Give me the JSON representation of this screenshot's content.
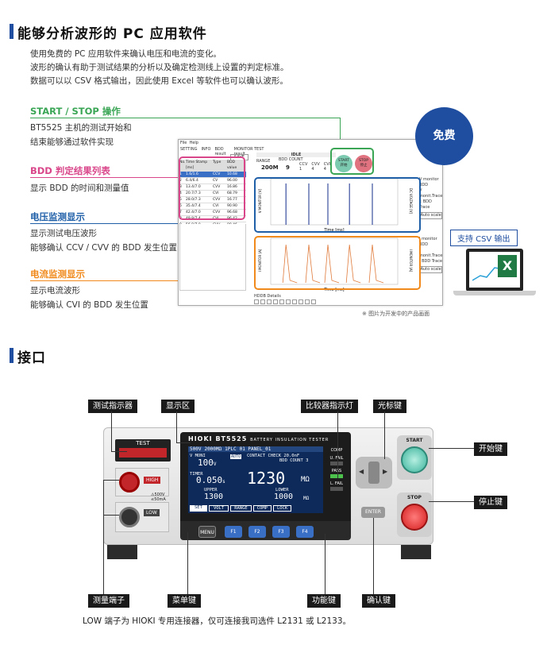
{
  "section1": {
    "title": "能够分析波形的 PC 应用软件",
    "intro": [
      "使用免费的 PC 应用软件来确认电压和电流的变化。",
      "波形的确认有助于测试结果的分析以及确定检测线上设置的判定标准。",
      "数据可以以 CSV 格式输出，因此使用 Excel 等软件也可以确认波形。"
    ]
  },
  "features": [
    {
      "label": "START / STOP 操作",
      "lines": [
        "BT5525 主机的测试开始和",
        "结束能够通过软件实现"
      ],
      "color": "#3aa655"
    },
    {
      "label": "BDD 判定结果列表",
      "lines": [
        "显示 BDD 的时间和测量值"
      ],
      "color": "#d9468a"
    },
    {
      "label": "电压监测显示",
      "lines": [
        "显示测试电压波形",
        "能够确认 CCV / CVV 的 BDD 发生位置"
      ],
      "color": "#1f5fa8"
    },
    {
      "label": "电流监测显示",
      "lines": [
        "显示电流波形",
        "能够确认 CVI 的 BDD 发生位置"
      ],
      "color": "#f08a1c"
    }
  ],
  "badge": {
    "free": "免费",
    "csv": "支持 CSV 输出",
    "excel_letter": "X"
  },
  "caption": "※ 图片为开发中的产品画面",
  "software": {
    "menu": [
      "File",
      "Help"
    ],
    "tabs": [
      "SETTING",
      "INFO",
      "BDD result",
      "MONITOR result"
    ],
    "save": "SAVE",
    "table_headers": [
      "No.",
      "Time Stamp [ms]",
      "Type",
      "BDD value"
    ],
    "rows": [
      [
        "1",
        "1.6/1.6",
        "CCV",
        "10.68"
      ],
      [
        "2",
        "6.4/6.4",
        "CV",
        "96.00"
      ],
      [
        "3",
        "13.4/7.0",
        "CVV",
        "16.86"
      ],
      [
        "4",
        "20.7/7.3",
        "CVI",
        "68.79"
      ],
      [
        "5",
        "28.0/7.3",
        "CVV",
        "16.77"
      ],
      [
        "6",
        "35.4/7.4",
        "CVI",
        "90.90"
      ],
      [
        "7",
        "42.4/7.0",
        "CVV",
        "96.68"
      ],
      [
        "8",
        "49.8/7.4",
        "CVI",
        "96.42"
      ],
      [
        "9",
        "56.8/7.0",
        "CVV",
        "80.46"
      ],
      [
        "10",
        "63.8/7.0",
        "CVV",
        "97.44"
      ]
    ],
    "test": "TEST",
    "idle": "IDLE",
    "range_label": "RANGE",
    "range_value": "200M",
    "bdd_count_label": "BDD COUNT",
    "bdd_count": "9",
    "ccv_label": "CCV",
    "cvv_label": "CVV",
    "cvi_label": "CVI",
    "ccv": "1",
    "cvv": "4",
    "cvi": "4",
    "start": "START",
    "start_sub": "开始",
    "stop": "STOP",
    "stop_sub": "停止",
    "chart1": {
      "ylabel": "V MONITOR [V]",
      "y2label": "DC VOLTAGE [V]",
      "xlabel": "Time [ms]",
      "legend": [
        "V monitor",
        "BDD",
        "V monit.Trace",
        "I: BDD Trace"
      ],
      "autoscale": "Auto scale"
    },
    "chart2": {
      "ylabel": "I MONITOR [A]",
      "y2label": "I MONITOR [A]",
      "xlabel": "Time [ms]",
      "legend": [
        "I monitor",
        "BDD",
        "I monit.Trace",
        "I BDD Trace"
      ],
      "autoscale": "Auto scale"
    },
    "footer": "HDDB Details"
  },
  "section2": {
    "title": "接口"
  },
  "instrument": {
    "brand": "HIOKI",
    "model": "BT5525",
    "desc": "BATTERY INSULATION TESTER",
    "test": "TEST",
    "high": "HIGH",
    "low": "LOW",
    "rating": "⚠500V\n≤50mA",
    "status": [
      "500V",
      "2000MΩ",
      "1PLC",
      "01 PANEL_01"
    ],
    "vmon_label": "V MONI",
    "vmon": "100",
    "vunit": "V",
    "auto": "AUTO",
    "contact": "CONTACT CHECK 20.0nF",
    "bdd": "BDD COUNT 3",
    "timer_label": "TIMER",
    "timer": "0.050",
    "tunit": "s",
    "main": "1230",
    "munit": "MΩ",
    "upper_label": "UPPER",
    "upper": "1300",
    "lower_label": "LOWER",
    "lower": "1000",
    "lunit": "MΩ",
    "menu": [
      "SET",
      "VOLT",
      "RANGE",
      "COMP",
      "LOCK"
    ],
    "comp": "COMP",
    "ufail": "U. FAIL",
    "pass": "PASS",
    "lfail": "L. FAIL",
    "keys": [
      "MENU",
      "F1",
      "F2",
      "F3",
      "F4"
    ],
    "enter": "ENTER",
    "start": "START",
    "stop": "STOP"
  },
  "callouts": {
    "test_indicator": "测试指示器",
    "display": "显示区",
    "comp_light": "比较器指示灯",
    "cursor": "光标键",
    "start_key": "开始键",
    "stop_key": "停止键",
    "terminal": "测量端子",
    "menu_key": "菜单键",
    "func_key": "功能键",
    "enter_key": "确认键"
  },
  "note": "LOW 端子为 HIOKI 专用连接器，仅可连接我司选件 L2131 或 L2133。"
}
